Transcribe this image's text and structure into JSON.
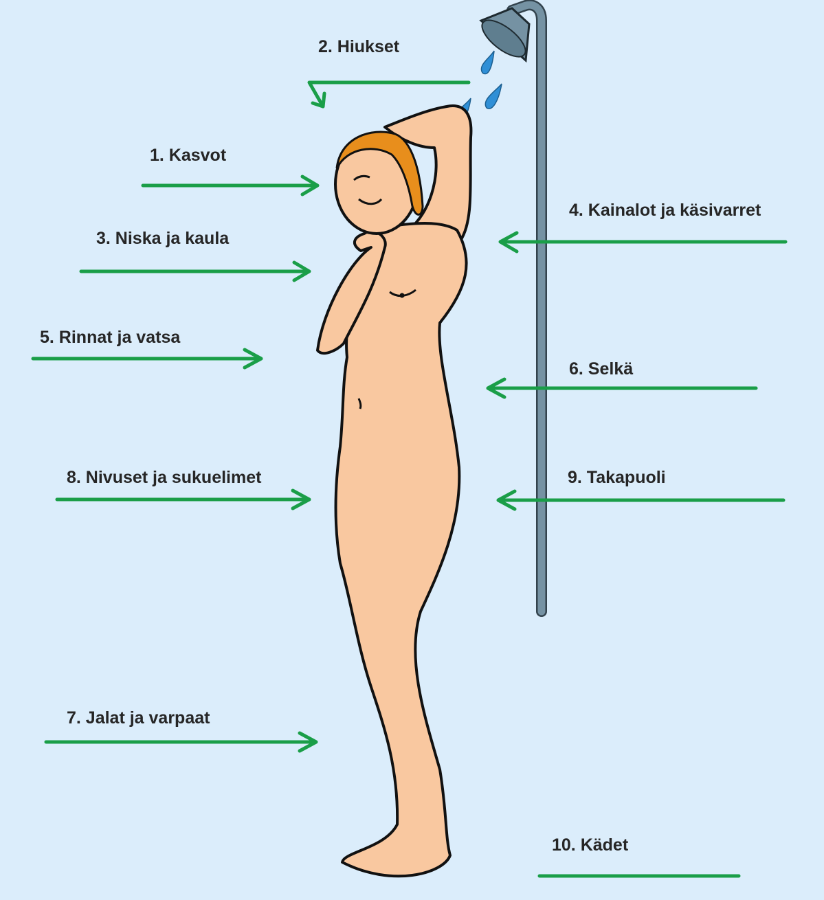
{
  "labels": {
    "face": "1. Kasvot",
    "hair": "2. Hiukset",
    "neck": "3. Niska ja kaula",
    "armpits": "4. Kainalot ja käsivarret",
    "chest": "5. Rinnat ja vatsa",
    "back": "6. Selkä",
    "feet": "7. Jalat ja varpaat",
    "groin": "8. Nivuset ja sukuelimet",
    "buttocks": "9. Takapuoli",
    "hands": "10. Kädet"
  },
  "colors": {
    "background": "#dbedfb",
    "arrow": "#1a9e48",
    "skin": "#f9c8a0",
    "hair": "#e88e1c",
    "pipe": "#7592a3",
    "water": "#2f8fd6"
  }
}
